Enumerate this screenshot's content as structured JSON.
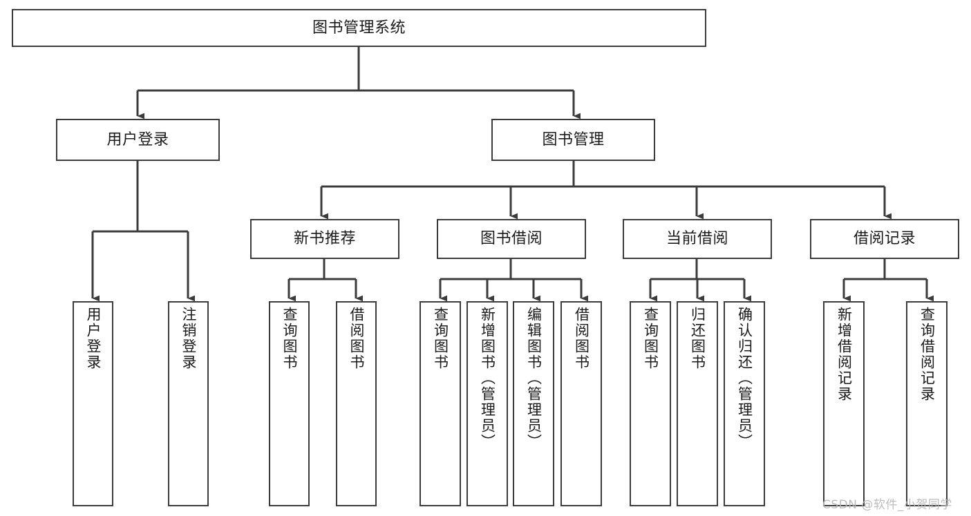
{
  "diagram": {
    "type": "tree-hierarchy-chart",
    "title": "图书管理系统",
    "line_color": "#3b3b3b",
    "box_fill": "#ffffff",
    "text_color": "#1a1a1a",
    "background": "#ffffff"
  },
  "nodes": {
    "root": {
      "label": "图书管理系统",
      "orientation": "horizontal"
    },
    "level2": [
      {
        "label": "用户登录",
        "orientation": "horizontal"
      },
      {
        "label": "图书管理",
        "orientation": "horizontal"
      }
    ],
    "level3": [
      {
        "label": "新书推荐",
        "orientation": "horizontal"
      },
      {
        "label": "图书借阅",
        "orientation": "horizontal"
      },
      {
        "label": "当前借阅",
        "orientation": "horizontal"
      },
      {
        "label": "借阅记录",
        "orientation": "horizontal"
      }
    ],
    "leaves_user_login": [
      {
        "label": "用户登录",
        "orientation": "vertical"
      },
      {
        "label": "注销登录",
        "orientation": "vertical"
      }
    ],
    "leaves_new_book": [
      {
        "label": "查询图书",
        "orientation": "vertical"
      },
      {
        "label": "借阅图书",
        "orientation": "vertical"
      }
    ],
    "leaves_borrow": [
      {
        "label": "查询图书",
        "orientation": "vertical"
      },
      {
        "label": "新增图书（管理员）",
        "orientation": "vertical"
      },
      {
        "label": "编辑图书（管理员）",
        "orientation": "vertical"
      },
      {
        "label": "借阅图书",
        "orientation": "vertical"
      }
    ],
    "leaves_current": [
      {
        "label": "查询图书",
        "orientation": "vertical"
      },
      {
        "label": "归还图书",
        "orientation": "vertical"
      },
      {
        "label": "确认归还（管理员）",
        "orientation": "vertical"
      }
    ],
    "leaves_records": [
      {
        "label": "新增借阅记录",
        "orientation": "vertical"
      },
      {
        "label": "查询借阅记录",
        "orientation": "vertical"
      }
    ]
  },
  "watermark": {
    "text": "CSDN @软件_小贺同学"
  }
}
